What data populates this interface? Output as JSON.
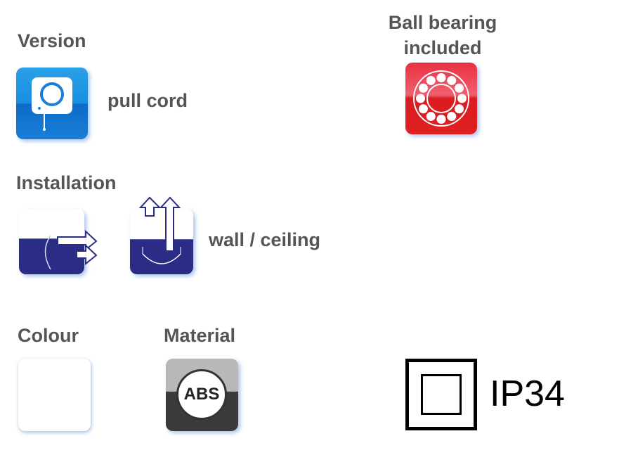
{
  "version": {
    "label": "Version",
    "value": "pull cord"
  },
  "ball_bearing": {
    "label_line1": "Ball bearing",
    "label_line2": "included"
  },
  "installation": {
    "label": "Installation",
    "value": "wall / ceiling"
  },
  "colour": {
    "label": "Colour",
    "color": "#ffffff"
  },
  "material": {
    "label": "Material",
    "badge": "ABS"
  },
  "protection": {
    "rating": "IP34"
  }
}
